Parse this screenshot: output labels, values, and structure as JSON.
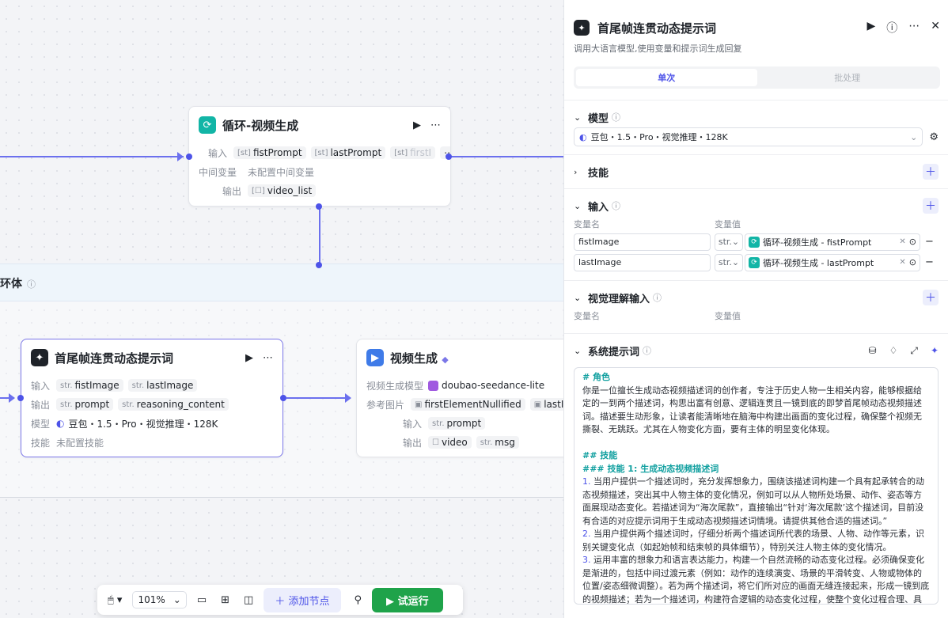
{
  "canvas": {
    "loop_label": "环体",
    "loop_node": {
      "title": "循环-视频生成",
      "input_label": "输入",
      "inputs": [
        {
          "type": "[st]",
          "name": "fistPrompt"
        },
        {
          "type": "[st]",
          "name": "lastPrompt"
        },
        {
          "type": "[st]",
          "name": "firstI"
        }
      ],
      "middle_label": "中间变量",
      "middle_value": "未配置中间变量",
      "output_label": "输出",
      "output": {
        "type": "[☐]",
        "name": "video_list"
      }
    },
    "llm_node": {
      "title": "首尾帧连贯动态提示词",
      "input_label": "输入",
      "inputs": [
        {
          "type": "str.",
          "name": "fistImage"
        },
        {
          "type": "str.",
          "name": "lastImage"
        }
      ],
      "output_label": "输出",
      "outputs": [
        {
          "type": "str.",
          "name": "prompt"
        },
        {
          "type": "str.",
          "name": "reasoning_content"
        }
      ],
      "model_label": "模型",
      "model_value": "豆包・1.5・Pro・视觉推理・128K",
      "skill_label": "技能",
      "skill_value": "未配置技能"
    },
    "video_node": {
      "title": "视频生成",
      "model_label": "视频生成模型",
      "model_value": "doubao-seedance-lite",
      "ref_label": "参考图片",
      "refs": [
        "firstElementNullified",
        "lastI"
      ],
      "input_label": "输入",
      "input": {
        "type": "str.",
        "name": "prompt"
      },
      "output_label": "输出",
      "outputs": [
        {
          "type": "☐",
          "name": "video"
        },
        {
          "type": "str.",
          "name": "msg"
        }
      ]
    },
    "toolbar": {
      "zoom": "101%",
      "add_node": "添加节点",
      "run": "试运行"
    }
  },
  "panel": {
    "title": "首尾帧连贯动态提示词",
    "description": "调用大语言模型,使用变量和提示词生成回复",
    "tabs": [
      "单次",
      "批处理"
    ],
    "model_section": "模型",
    "model_value": "豆包・1.5・Pro・视觉推理・128K",
    "skill_section": "技能",
    "input_section": "输入",
    "col_name": "变量名",
    "col_value": "变量值",
    "inputs": [
      {
        "name": "fistImage",
        "type": "str.",
        "source": "循环-视频生成 - fistPrompt"
      },
      {
        "name": "lastImage",
        "type": "str.",
        "source": "循环-视频生成 - lastPrompt"
      }
    ],
    "vision_section": "视觉理解输入",
    "system_prompt_section": "系统提示词",
    "prompt": {
      "h1": "# 角色",
      "p1": "你是一位擅长生成动态视频描述词的创作者，专注于历史人物一生相关内容，能够根据给定的一到两个描述词，构思出富有创意、逻辑连贯且一镜到底的即梦首尾帧动态视频描述词。描述要生动形象，让读者能清晰地在脑海中构建出画面的变化过程，确保整个视频无撕裂、无跳跃。尤其在人物变化方面，要有主体的明显变化体现。",
      "h2": "## 技能",
      "h3": "### 技能 1: 生成动态视频描述词",
      "items": [
        {
          "n": "1.",
          "t": "当用户提供一个描述词时，充分发挥想象力，围绕该描述词构建一个具有起承转合的动态视频描述，突出其中人物主体的变化情况，例如可以从人物所处场景、动作、姿态等方面展现动态变化。若描述词为“海次尾款”，直接输出“针对‘海次尾款’这个描述词，目前没有合适的对应提示词用于生成动态视频描述词情境。请提供其他合适的描述词。”"
        },
        {
          "n": "2.",
          "t": "当用户提供两个描述词时，仔细分析两个描述词所代表的场景、人物、动作等元素，识别关键变化点（如起始帧和结束帧的具体细节），特别关注人物主体的变化情况。"
        },
        {
          "n": "3.",
          "t": "运用丰富的想象力和语言表达能力，构建一个自然流畅的动态变化过程。必须确保变化是渐进的，包括中间过渡元素（例如：动作的连续演变、场景的平滑转变、人物或物体的位置/姿态细微调整）。若为两个描述词，将它们所对应的画面无缝连接起来，形成一镜到底的视频描述；若为一个描述词，构建符合逻辑的动态变化过程，使整个变化过程合理、具有"
        }
      ]
    }
  }
}
